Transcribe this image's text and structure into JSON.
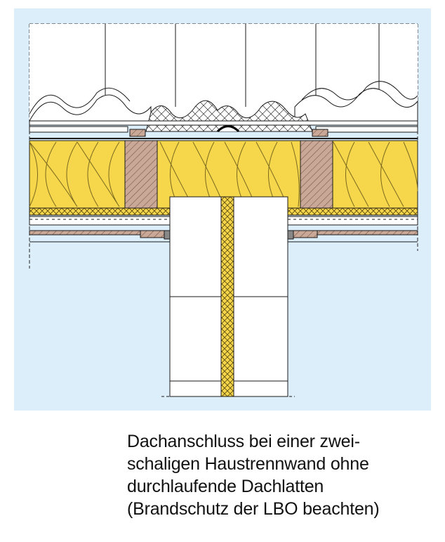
{
  "caption": {
    "lines": [
      "Dachanschluss bei einer zwei-",
      "schaligen Haustrennwand ohne",
      "durchlaufende Dachlatten",
      "(Brandschutz der LBO beachten)"
    ]
  },
  "colors": {
    "background_panel": "#dbeefa",
    "insulation": "#f6d64a",
    "insulation_lines": "#8a7a30",
    "timber": "#c9a898",
    "outline": "#1a1a1a",
    "tiles": "#ffffff"
  }
}
